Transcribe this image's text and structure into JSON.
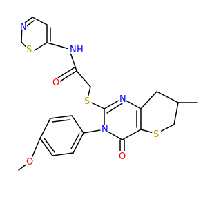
{
  "molecule": {
    "atom_labels": {
      "n_thiazole": "N",
      "s_thiazole": "S",
      "nh": "N",
      "h_nh": "H",
      "o_amide": "O",
      "s_thioether": "S",
      "n_pyrimidine_top": "N",
      "n_pyrimidine_bottom": "N",
      "s_thiophene": "S",
      "o_carbonyl": "O",
      "o_methoxy": "O"
    },
    "colors": {
      "bond": "#000000",
      "nitrogen": "#0000ff",
      "sulfur": "#b2a100",
      "oxygen": "#ff0000",
      "hydrogen_on_n": "#0000ff"
    }
  }
}
